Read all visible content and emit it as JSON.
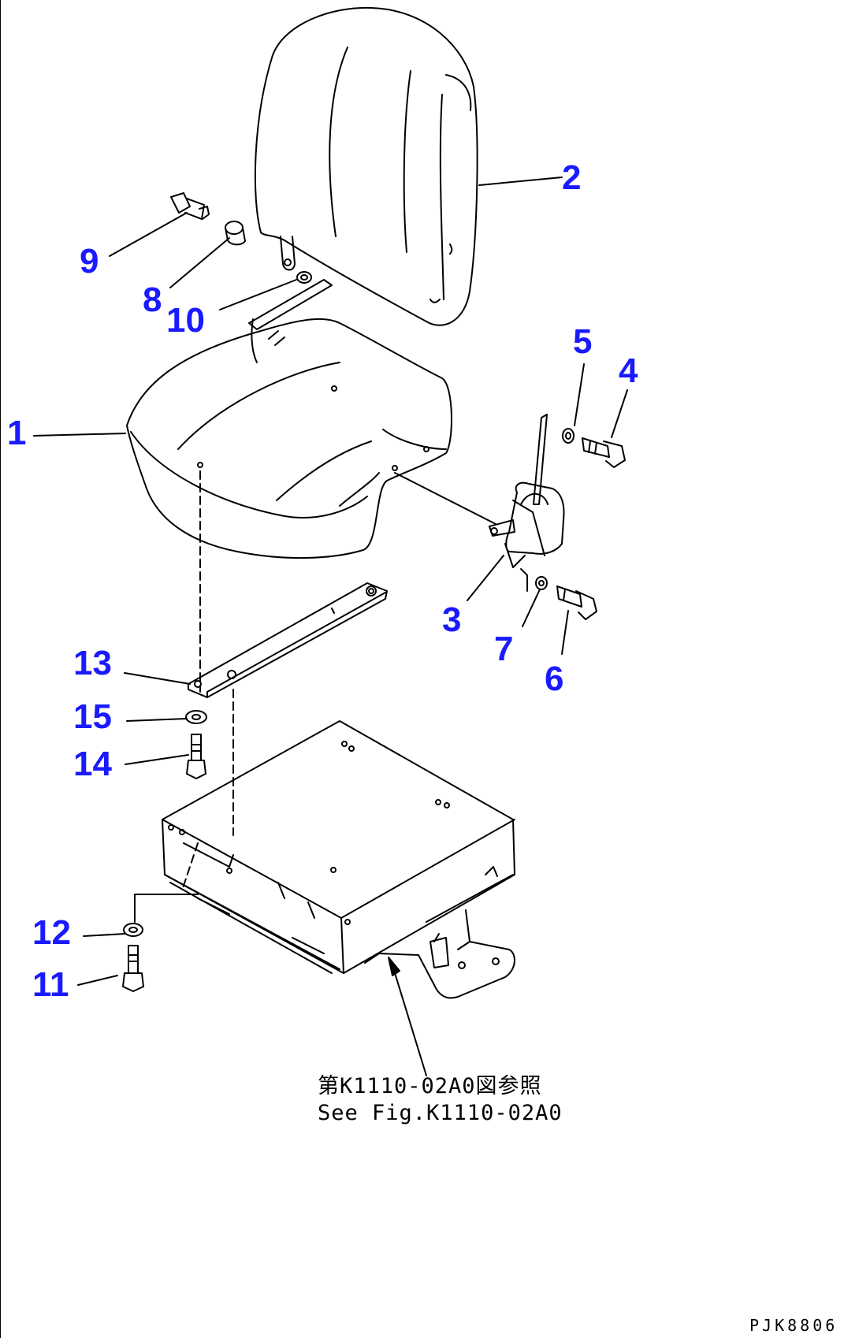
{
  "callouts": {
    "c1": "1",
    "c2": "2",
    "c3": "3",
    "c4": "4",
    "c5": "5",
    "c6": "6",
    "c7": "7",
    "c8": "8",
    "c9": "9",
    "c10": "10",
    "c11": "11",
    "c12": "12",
    "c13": "13",
    "c14": "14",
    "c15": "15"
  },
  "reference_note": {
    "line_jp": "第K1110-02A0図参照",
    "line_en": "See Fig.K1110-02A0"
  },
  "drawing_code": "PJK8806",
  "colors": {
    "callout": "#1a1aff",
    "linework": "#000000",
    "background": "#ffffff"
  }
}
